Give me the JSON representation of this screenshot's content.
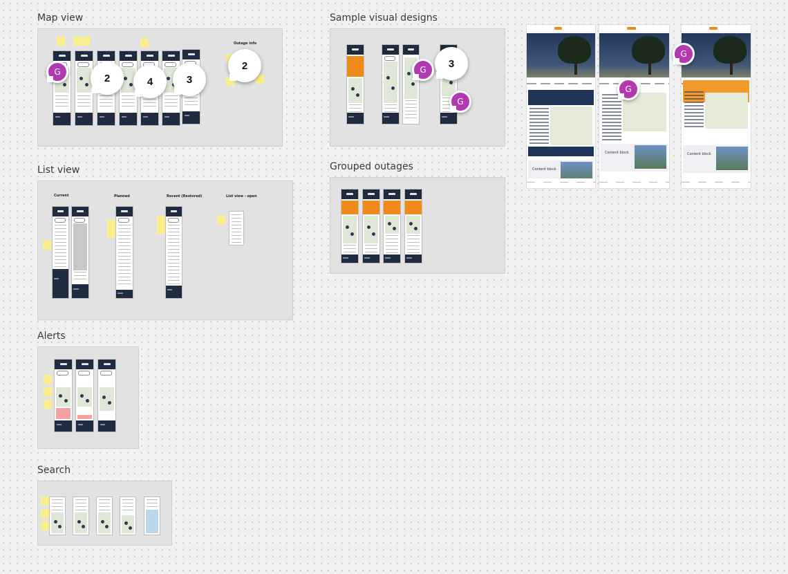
{
  "sections": {
    "map_view": {
      "title": "Map view",
      "inner_label": "Outage info"
    },
    "list_view": {
      "title": "List view",
      "columns": [
        "Current",
        "Planned",
        "Recent (Restored)",
        "List view - open"
      ]
    },
    "alerts": {
      "title": "Alerts"
    },
    "search": {
      "title": "Search"
    },
    "sample_visual_designs": {
      "title": "Sample visual designs"
    },
    "grouped_outages": {
      "title": "Grouped outages"
    }
  },
  "comments": {
    "map_view": [
      "2",
      "4",
      "3",
      "2"
    ],
    "sample_visual": [
      "3"
    ]
  },
  "avatar_initial": "G",
  "desktop_content_label": "Content block",
  "colors": {
    "canvas": "#f1f1f1",
    "frame": "#e2e2e2",
    "navy": "#1f2b3e",
    "orange": "#f08a1d",
    "sticky": "#fbee8c",
    "avatar": "#b13ab1"
  }
}
